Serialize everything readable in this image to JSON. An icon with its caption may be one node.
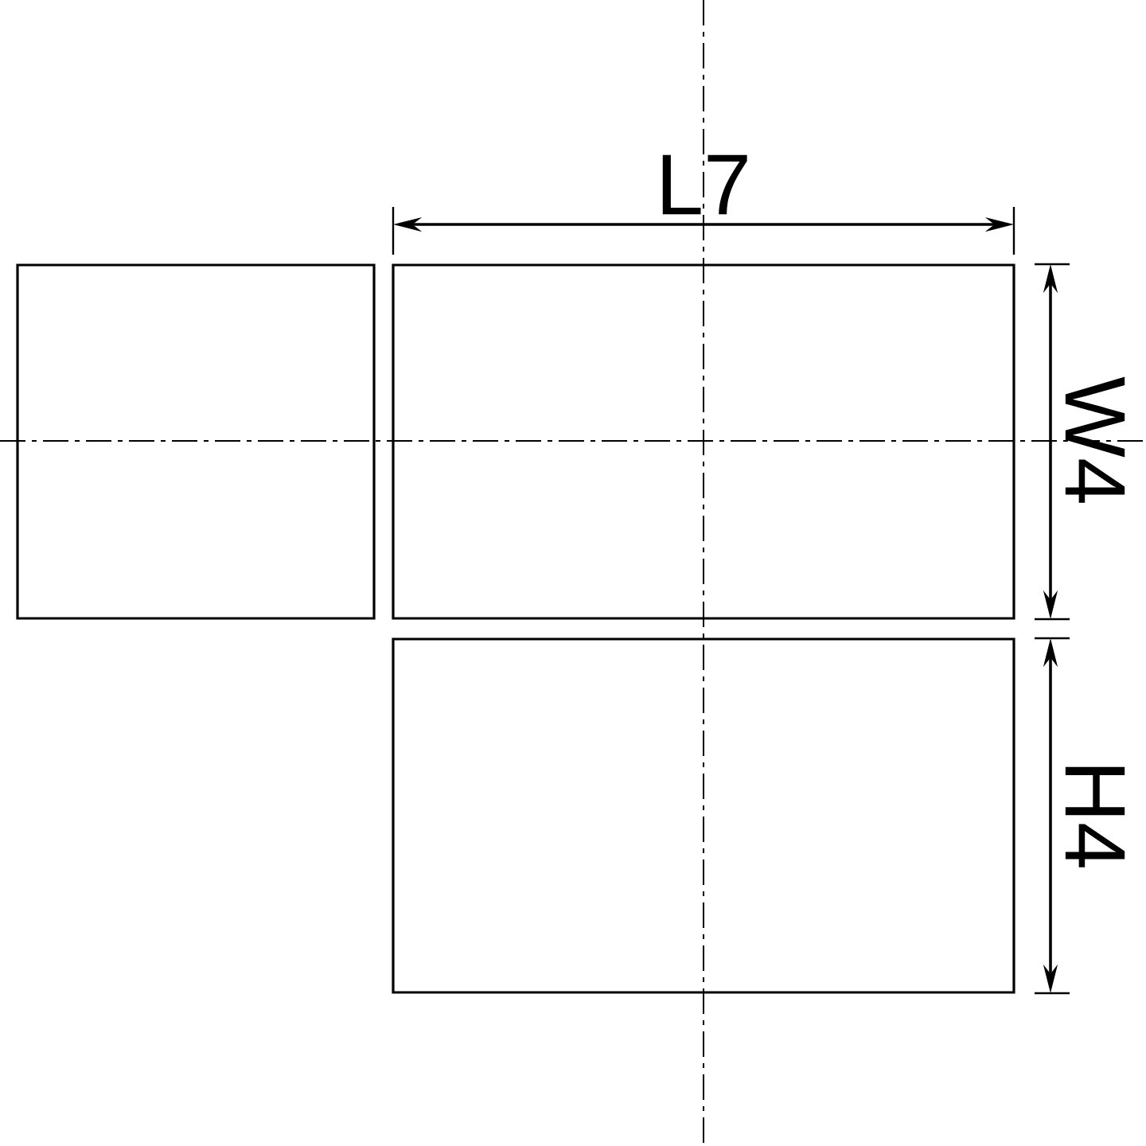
{
  "diagram": {
    "nodes": [
      {
        "text": [],
        "shape": "box"
      },
      {
        "text": [],
        "shape": "box"
      },
      {
        "text": [],
        "shape": "box"
      }
    ],
    "labels": [
      "L7",
      "W4",
      "H4"
    ]
  }
}
